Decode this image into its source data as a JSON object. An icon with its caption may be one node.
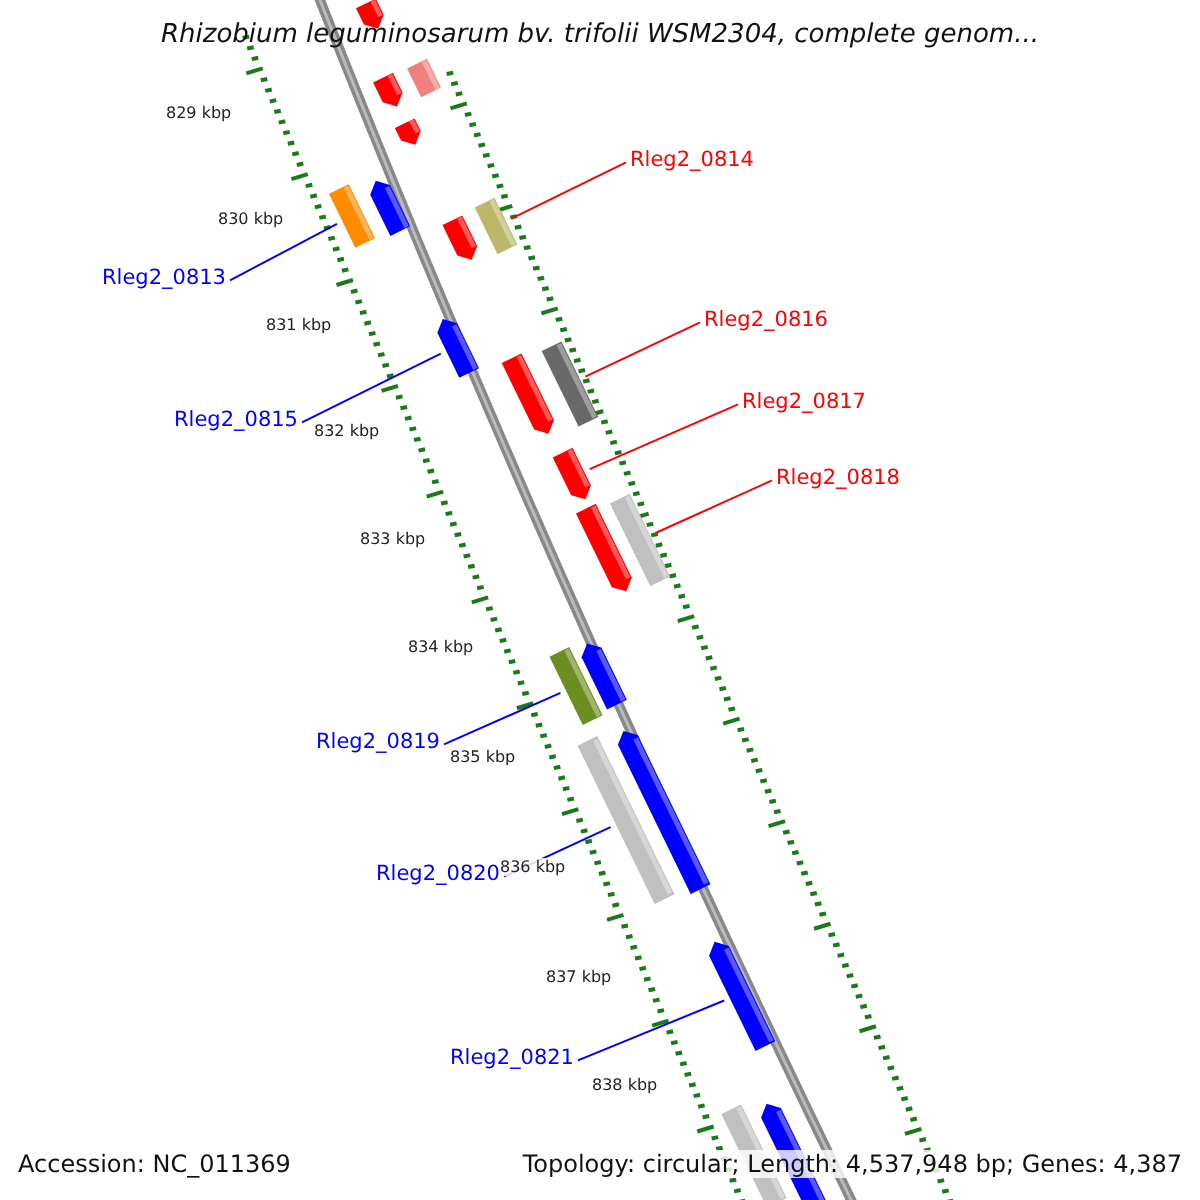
{
  "diagram": {
    "title": "Rhizobium leguminosarum bv. trifolii WSM2304, complete genom...",
    "nodes": [
      {
        "text": [
          "Rleg2_0814"
        ]
      },
      {
        "text": [
          "Rleg2_0813"
        ]
      },
      {
        "text": [
          "Rleg2_0816"
        ]
      },
      {
        "text": [
          "Rleg2_0817"
        ]
      },
      {
        "text": [
          "Rleg2_0815"
        ]
      },
      {
        "text": [
          "Rleg2_0818"
        ]
      },
      {
        "text": [
          "Rleg2_0819"
        ]
      },
      {
        "text": [
          "Rleg2_0820"
        ]
      },
      {
        "text": [
          "Rleg2_0821"
        ]
      },
      {
        "text": [],
        "shape": "arrow"
      },
      {
        "text": [],
        "shape": "box"
      },
      {
        "text": [],
        "shape": "arrow"
      },
      {
        "text": [],
        "shape": "arrow"
      },
      {
        "text": [],
        "shape": "arrow"
      },
      {
        "text": [],
        "shape": "box"
      },
      {
        "text": [],
        "shape": "box"
      },
      {
        "text": [],
        "shape": "arrow"
      },
      {
        "text": [],
        "shape": "arrow"
      },
      {
        "text": [],
        "shape": "box"
      },
      {
        "text": [],
        "shape": "arrow"
      },
      {
        "text": [],
        "shape": "arrow"
      },
      {
        "text": [],
        "shape": "box"
      },
      {
        "text": [],
        "shape": "arrow"
      },
      {
        "text": [],
        "shape": "arrow"
      },
      {
        "text": [],
        "shape": "box"
      },
      {
        "text": [],
        "shape": "arrow"
      },
      {
        "text": [],
        "shape": "box"
      },
      {
        "text": [],
        "shape": "arrow"
      },
      {
        "text": [],
        "shape": "box"
      },
      {
        "text": [],
        "shape": "arrow"
      }
    ],
    "edges": [
      {
        "from": 0,
        "to": 15,
        "arrow": "none",
        "color": "#ff0000"
      },
      {
        "from": 1,
        "to": 14,
        "arrow": "none",
        "color": "#0000ff"
      },
      {
        "from": 2,
        "to": 18,
        "arrow": "none",
        "color": "#ff0000"
      },
      {
        "from": 3,
        "to": 20,
        "arrow": "none",
        "color": "#ff0000"
      },
      {
        "from": 4,
        "to": 17,
        "arrow": "none",
        "color": "#0000ff"
      },
      {
        "from": 5,
        "to": 21,
        "arrow": "none",
        "color": "#ff0000"
      },
      {
        "from": 6,
        "to": 24,
        "arrow": "none",
        "color": "#0000ff"
      },
      {
        "from": 7,
        "to": 26,
        "arrow": "none",
        "color": "#0000ff"
      },
      {
        "from": 8,
        "to": 27,
        "arrow": "none",
        "color": "#0000ff"
      }
    ],
    "labels": [
      "829 kbp",
      "830 kbp",
      "831 kbp",
      "832 kbp",
      "833 kbp",
      "834 kbp",
      "835 kbp",
      "836 kbp",
      "837 kbp",
      "838 kbp",
      "Accession: NC_011369",
      "Topology: circular; Length: 4,537,948 bp; Genes: 4,387"
    ]
  }
}
